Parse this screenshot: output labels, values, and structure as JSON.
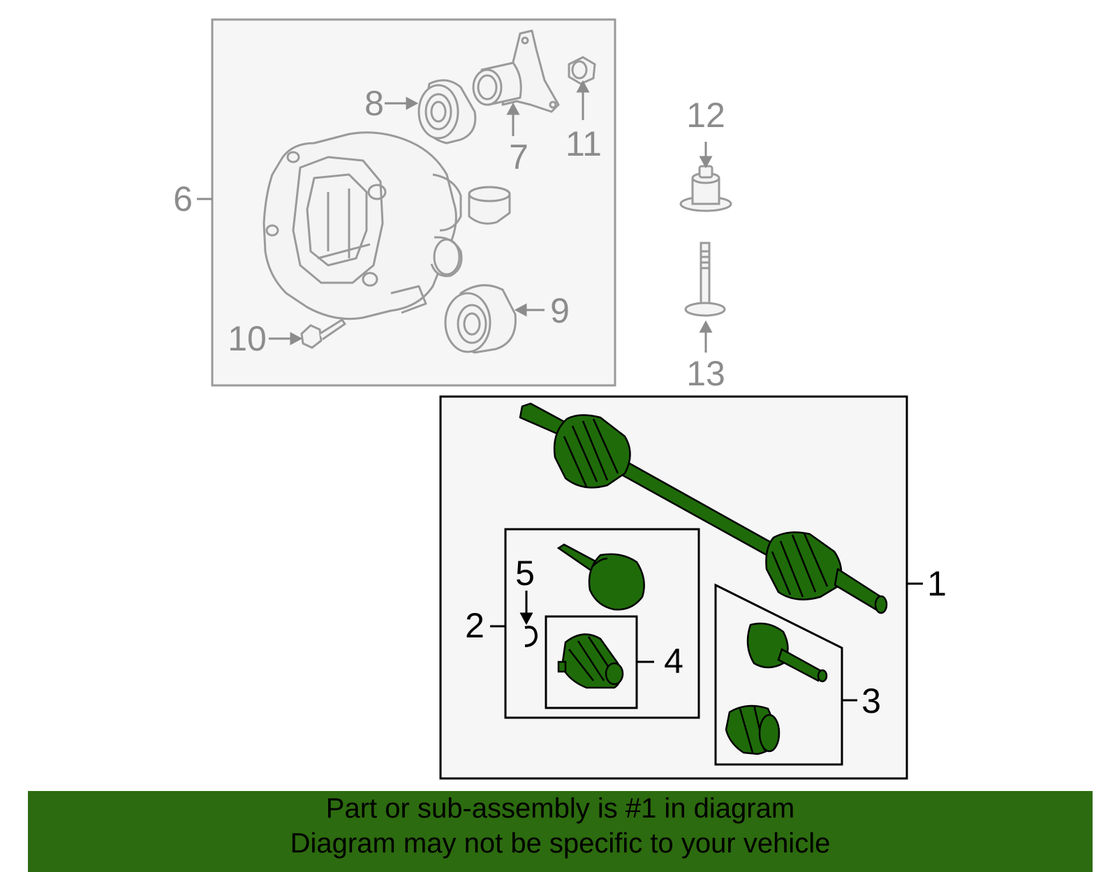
{
  "callouts": {
    "c1": "1",
    "c2": "2",
    "c3": "3",
    "c4": "4",
    "c5": "5",
    "c6": "6",
    "c7": "7",
    "c8": "8",
    "c9": "9",
    "c10": "10",
    "c11": "11",
    "c12": "12",
    "c13": "13"
  },
  "banner": {
    "line1": "Part or sub-assembly is #1 in diagram",
    "line2": "Diagram may not be specific to your vehicle"
  },
  "colors": {
    "banner_bg": "#2c6b0f",
    "part_green": "#1f6b0a",
    "gray_line": "#9a9a9a",
    "box_fill": "#f6f6f6"
  },
  "icons": [
    "differential-icon",
    "bearing-icon",
    "flange-icon",
    "nut-icon",
    "bushing-icon",
    "bolt-icon",
    "axle-shaft-icon",
    "cv-joint-icon",
    "cv-boot-icon",
    "snap-ring-icon"
  ]
}
